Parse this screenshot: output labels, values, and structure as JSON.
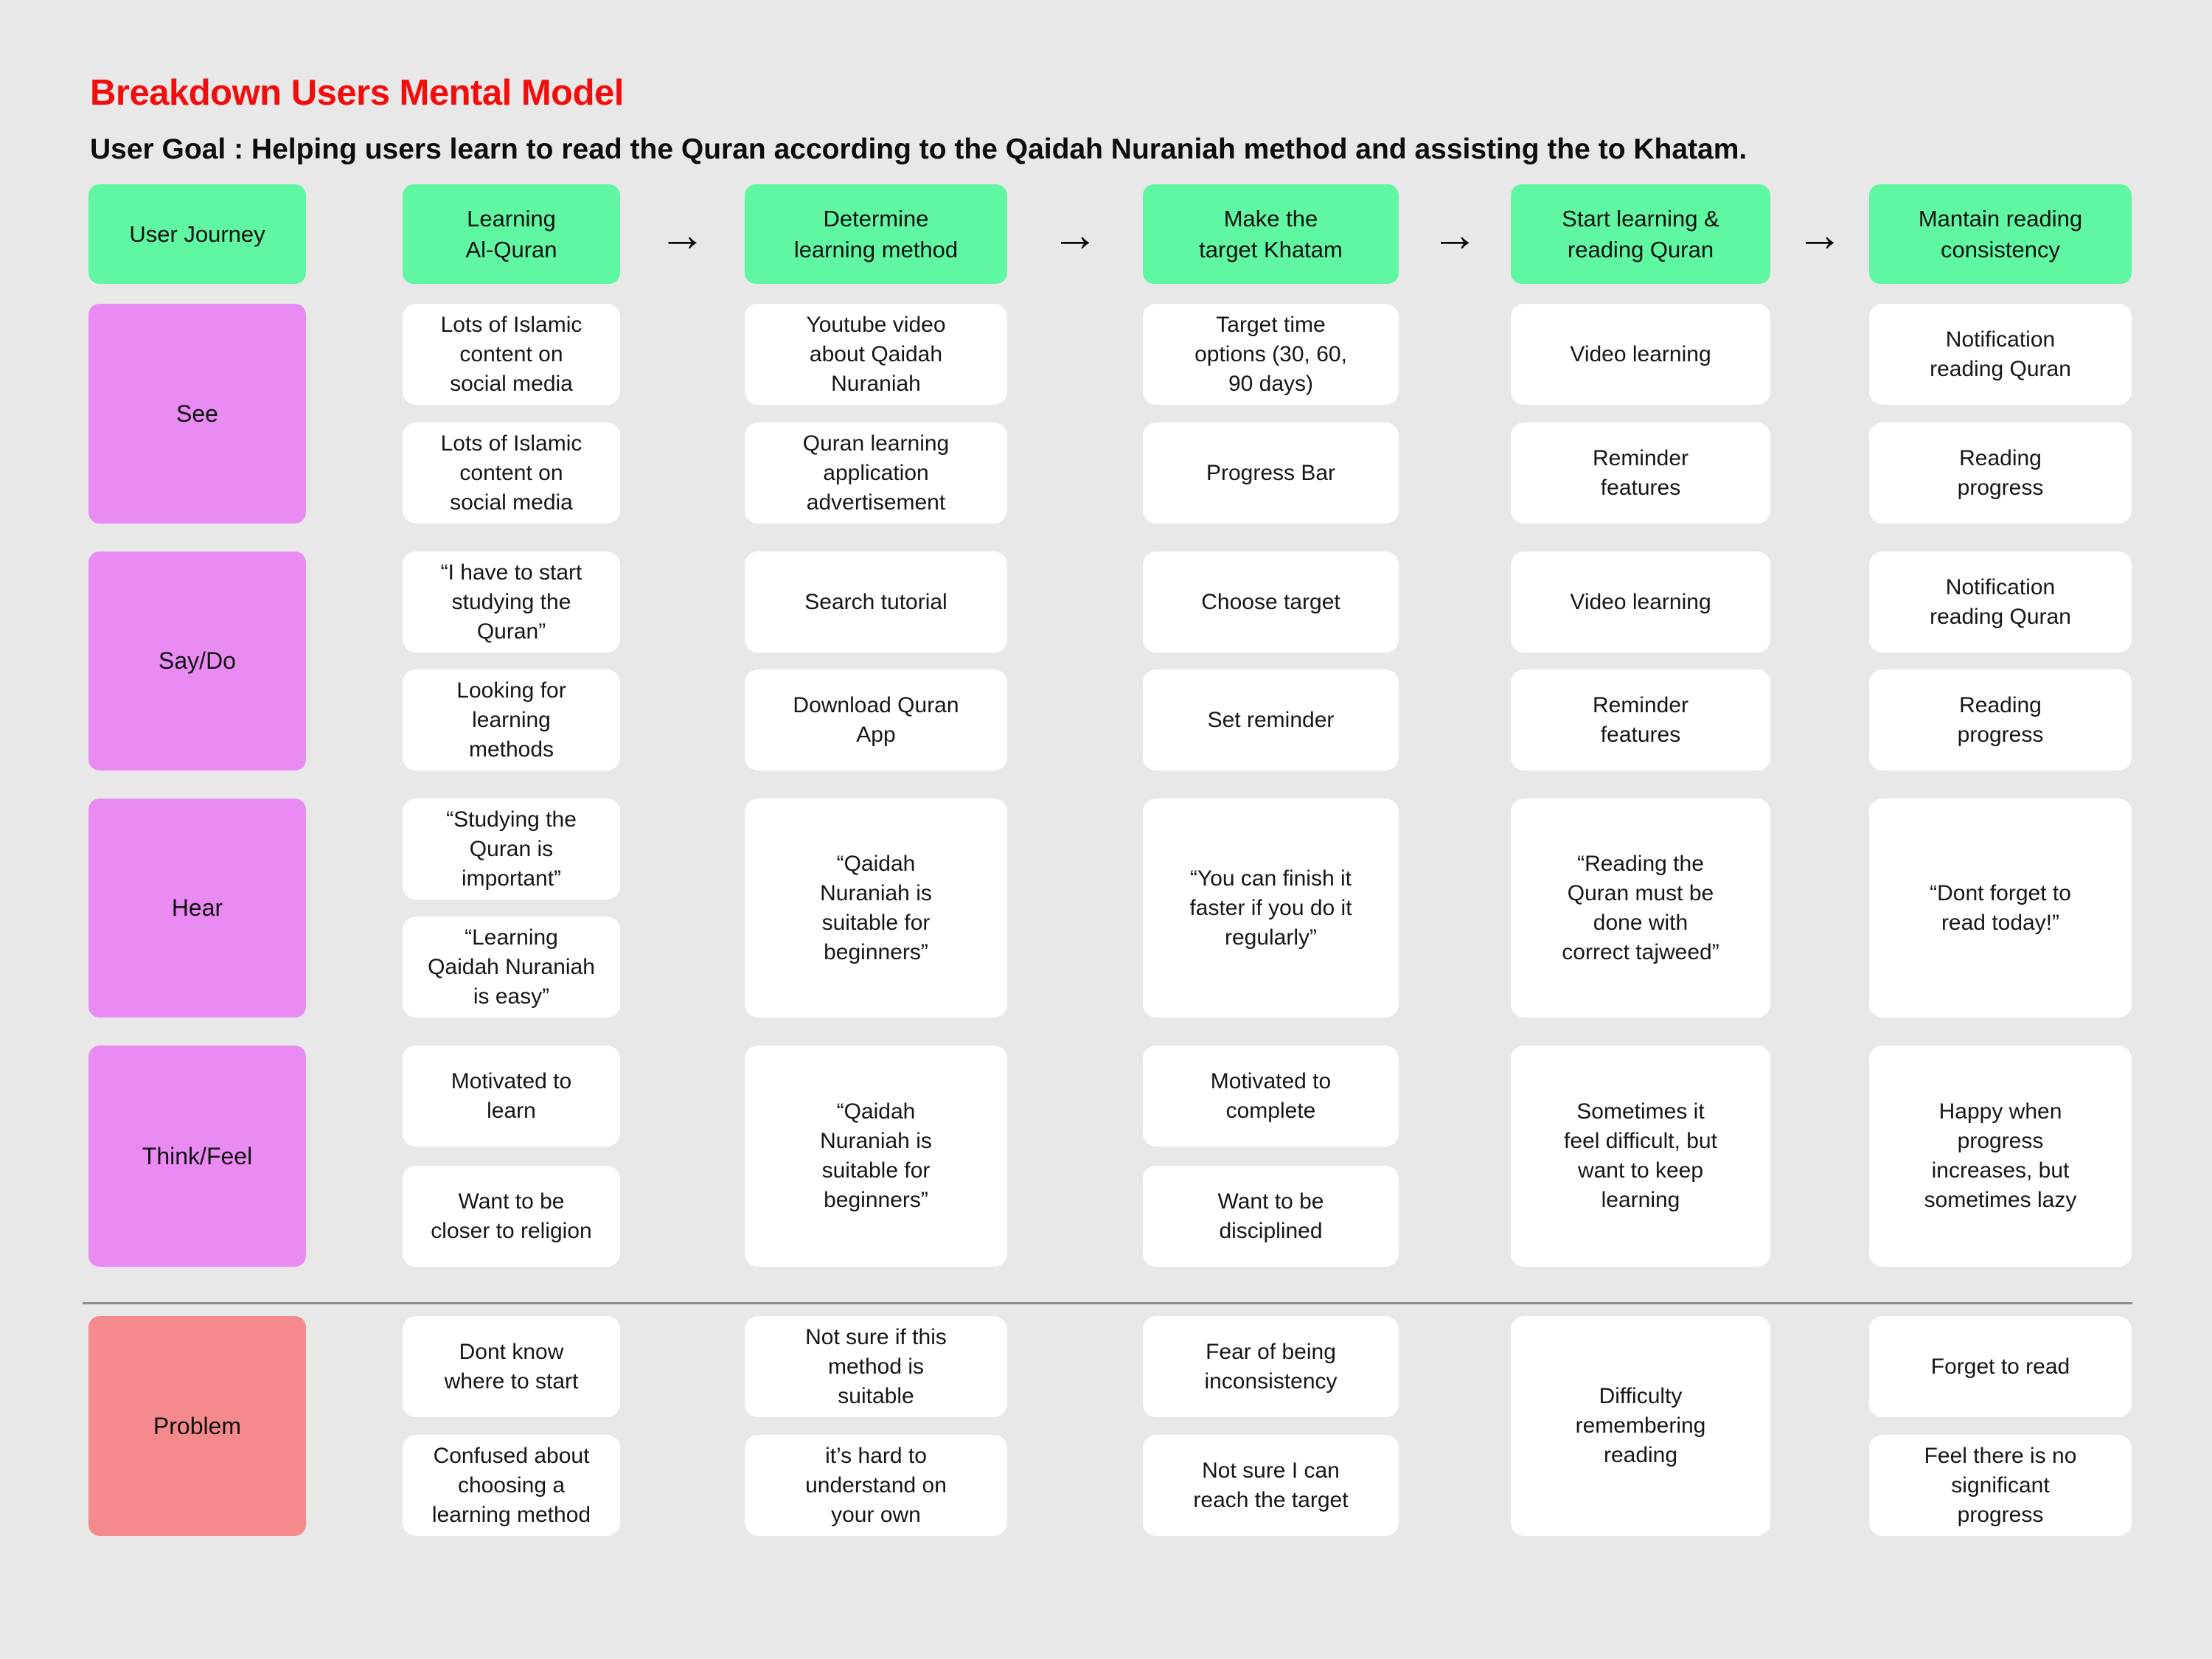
{
  "page": {
    "title": "Breakdown Users Mental Model",
    "subtitle": "User Goal : Helping users learn to read the Quran according to the Qaidah Nuraniah method and assisting the to Khatam."
  },
  "colors": {
    "background": "#E9E8E8",
    "stage_header": "#5FF7A1",
    "row_label": "#EA8AF3",
    "problem_label": "#F48A8B",
    "card": "#FFFFFF",
    "title_red": "#F20D0D",
    "divider": "#8F8F8F"
  },
  "journey": {
    "corner_label": "User Journey",
    "arrow": "→",
    "stages": [
      "Learning\nAl-Quran",
      "Determine\nlearning method",
      "Make the\ntarget Khatam",
      "Start learning &\nreading Quran",
      "Mantain reading\nconsistency"
    ]
  },
  "rows": [
    {
      "label": "See",
      "kind": "normal",
      "cells": [
        [
          "Lots of Islamic\ncontent on\nsocial media",
          "Lots of Islamic\ncontent on\nsocial media"
        ],
        [
          "Youtube video\nabout Qaidah\nNuraniah",
          "Quran learning\napplication\nadvertisement"
        ],
        [
          "Target time\noptions (30, 60,\n90 days)",
          "Progress Bar"
        ],
        [
          "Video learning",
          "Reminder\nfeatures"
        ],
        [
          "Notification\nreading Quran",
          "Reading\nprogress"
        ]
      ]
    },
    {
      "label": "Say/Do",
      "kind": "normal",
      "cells": [
        [
          "“I have to start\nstudying the\nQuran”",
          "Looking for\nlearning\nmethods"
        ],
        [
          "Search tutorial",
          "Download Quran\nApp"
        ],
        [
          "Choose target",
          "Set reminder"
        ],
        [
          "Video learning",
          "Reminder\nfeatures"
        ],
        [
          "Notification\nreading Quran",
          "Reading\nprogress"
        ]
      ]
    },
    {
      "label": "Hear",
      "kind": "normal",
      "cells": [
        [
          "“Studying the\nQuran is\nimportant”",
          "“Learning\nQaidah Nuraniah\nis easy”"
        ],
        [
          "“Qaidah\nNuraniah is\nsuitable for\nbeginners”"
        ],
        [
          "“You can finish it\nfaster if you do it\nregularly”"
        ],
        [
          "“Reading the\nQuran must be\ndone with\ncorrect tajweed”"
        ],
        [
          "“Dont forget to\nread today!”"
        ]
      ]
    },
    {
      "label": "Think/Feel",
      "kind": "normal",
      "cells": [
        [
          "Motivated to\nlearn",
          "Want to be\ncloser to religion"
        ],
        [
          "“Qaidah\nNuraniah is\nsuitable for\nbeginners”"
        ],
        [
          "Motivated to\ncomplete",
          "Want to be\ndisciplined"
        ],
        [
          "Sometimes it\nfeel difficult, but\nwant to keep\nlearning"
        ],
        [
          "Happy when\nprogress\nincreases, but\nsometimes lazy"
        ]
      ]
    },
    {
      "label": "Problem",
      "kind": "problem",
      "cells": [
        [
          "Dont know\nwhere to start",
          "Confused about\nchoosing a\nlearning method"
        ],
        [
          "Not sure if this\nmethod is\nsuitable",
          "it’s hard to\nunderstand on\nyour own"
        ],
        [
          "Fear of being\ninconsistency",
          "Not sure I can\nreach the target"
        ],
        [
          "Difficulty\nremembering\nreading"
        ],
        [
          "Forget to read",
          "Feel there is no\nsignificant\nprogress"
        ]
      ]
    }
  ]
}
